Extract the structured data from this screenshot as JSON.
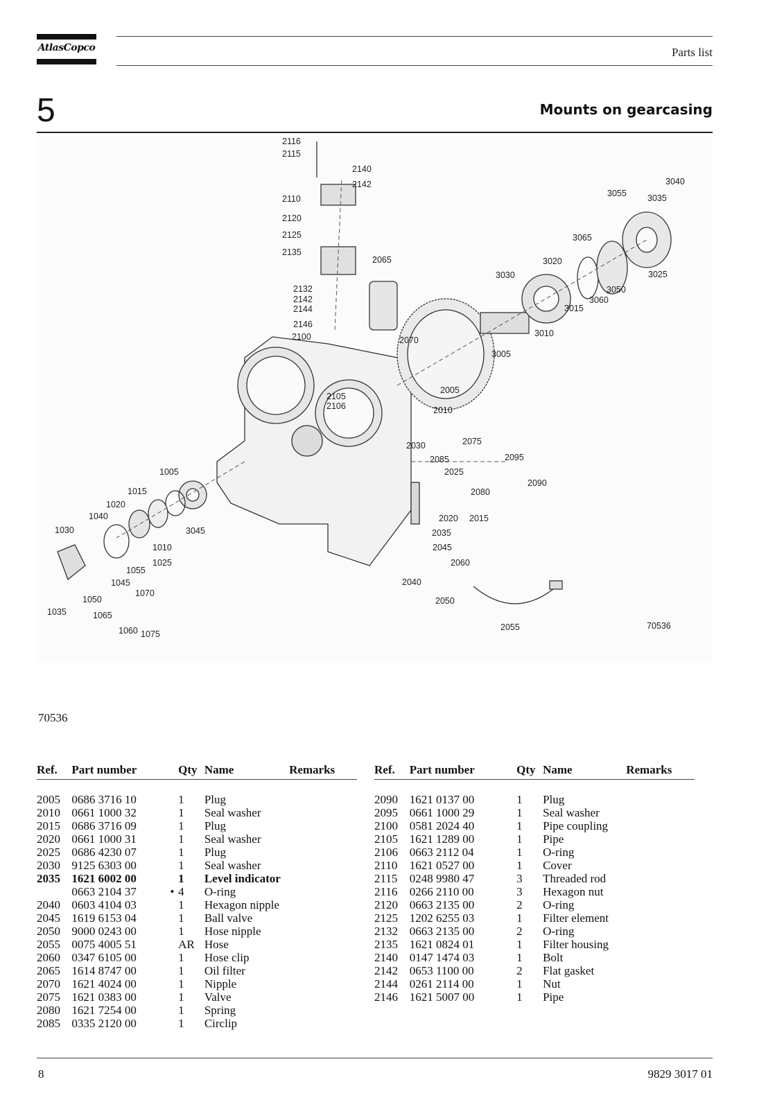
{
  "header": {
    "logo_text": "AtlasCopco",
    "section": "Parts list",
    "chapter_number": "5",
    "chapter_title": "Mounts on gearcasing"
  },
  "diagram": {
    "drawing_number": "70536",
    "callouts": [
      "2116",
      "2115",
      "2140",
      "2142",
      "2110",
      "2120",
      "2125",
      "2135",
      "2065",
      "2132",
      "2142",
      "2144",
      "2146",
      "2100",
      "2070",
      "2105",
      "2106",
      "2005",
      "2010",
      "3030",
      "3020",
      "3065",
      "3055",
      "3040",
      "3035",
      "3025",
      "3050",
      "3060",
      "3015",
      "3010",
      "3005",
      "2075",
      "2030",
      "2085",
      "2095",
      "2025",
      "2090",
      "2080",
      "2020",
      "2015",
      "2035",
      "2045",
      "2060",
      "2040",
      "2050",
      "2055",
      "1005",
      "1015",
      "1020",
      "1040",
      "1030",
      "3045",
      "1010",
      "1025",
      "1055",
      "1045",
      "1050",
      "1070",
      "1065",
      "1060",
      "1075",
      "1035"
    ]
  },
  "drawing_ref": "70536",
  "table_headers": [
    "Ref.",
    "Part number",
    "Qty",
    "Name",
    "Remarks"
  ],
  "parts_left": [
    {
      "ref": "2005",
      "part": "0686 3716 10",
      "mark": "",
      "qty": "1",
      "name": "Plug",
      "remarks": "",
      "bold": false
    },
    {
      "ref": "2010",
      "part": "0661 1000 32",
      "mark": "",
      "qty": "1",
      "name": "Seal washer",
      "remarks": "",
      "bold": false
    },
    {
      "ref": "2015",
      "part": "0686 3716 09",
      "mark": "",
      "qty": "1",
      "name": "Plug",
      "remarks": "",
      "bold": false
    },
    {
      "ref": "2020",
      "part": "0661 1000 31",
      "mark": "",
      "qty": "1",
      "name": "Seal washer",
      "remarks": "",
      "bold": false
    },
    {
      "ref": "2025",
      "part": "0686 4230 07",
      "mark": "",
      "qty": "1",
      "name": "Plug",
      "remarks": "",
      "bold": false
    },
    {
      "ref": "2030",
      "part": "9125 6303 00",
      "mark": "",
      "qty": "1",
      "name": "Seal washer",
      "remarks": "",
      "bold": false
    },
    {
      "ref": "2035",
      "part": "1621 6002 00",
      "mark": "",
      "qty": "1",
      "name": "Level indicator",
      "remarks": "",
      "bold": true
    },
    {
      "ref": "",
      "part": "0663 2104 37",
      "mark": "•",
      "qty": "4",
      "name": "O-ring",
      "remarks": "",
      "bold": false
    },
    {
      "ref": "2040",
      "part": "0603 4104 03",
      "mark": "",
      "qty": "1",
      "name": "Hexagon nipple",
      "remarks": "",
      "bold": false
    },
    {
      "ref": "2045",
      "part": "1619 6153 04",
      "mark": "",
      "qty": "1",
      "name": "Ball valve",
      "remarks": "",
      "bold": false
    },
    {
      "ref": "2050",
      "part": "9000 0243 00",
      "mark": "",
      "qty": "1",
      "name": "Hose nipple",
      "remarks": "",
      "bold": false
    },
    {
      "ref": "2055",
      "part": "0075 4005 51",
      "mark": "",
      "qty": "AR",
      "name": "Hose",
      "remarks": "",
      "bold": false
    },
    {
      "ref": "2060",
      "part": "0347 6105 00",
      "mark": "",
      "qty": "1",
      "name": "Hose clip",
      "remarks": "",
      "bold": false
    },
    {
      "ref": "2065",
      "part": "1614 8747 00",
      "mark": "",
      "qty": "1",
      "name": "Oil filter",
      "remarks": "",
      "bold": false
    },
    {
      "ref": "2070",
      "part": "1621 4024 00",
      "mark": "",
      "qty": "1",
      "name": "Nipple",
      "remarks": "",
      "bold": false
    },
    {
      "ref": "2075",
      "part": "1621 0383 00",
      "mark": "",
      "qty": "1",
      "name": "Valve",
      "remarks": "",
      "bold": false
    },
    {
      "ref": "2080",
      "part": "1621 7254 00",
      "mark": "",
      "qty": "1",
      "name": "Spring",
      "remarks": "",
      "bold": false
    },
    {
      "ref": "2085",
      "part": "0335 2120 00",
      "mark": "",
      "qty": "1",
      "name": "Circlip",
      "remarks": "",
      "bold": false
    }
  ],
  "parts_right": [
    {
      "ref": "2090",
      "part": "1621 0137 00",
      "mark": "",
      "qty": "1",
      "name": "Plug",
      "remarks": "",
      "bold": false
    },
    {
      "ref": "2095",
      "part": "0661 1000 29",
      "mark": "",
      "qty": "1",
      "name": "Seal washer",
      "remarks": "",
      "bold": false
    },
    {
      "ref": "2100",
      "part": "0581 2024 40",
      "mark": "",
      "qty": "1",
      "name": "Pipe coupling",
      "remarks": "",
      "bold": false
    },
    {
      "ref": "2105",
      "part": "1621 1289 00",
      "mark": "",
      "qty": "1",
      "name": "Pipe",
      "remarks": "",
      "bold": false
    },
    {
      "ref": "2106",
      "part": "0663 2112 04",
      "mark": "",
      "qty": "1",
      "name": "O-ring",
      "remarks": "",
      "bold": false
    },
    {
      "ref": "2110",
      "part": "1621 0527 00",
      "mark": "",
      "qty": "1",
      "name": "Cover",
      "remarks": "",
      "bold": false
    },
    {
      "ref": "2115",
      "part": "0248 9980 47",
      "mark": "",
      "qty": "3",
      "name": "Threaded rod",
      "remarks": "",
      "bold": false
    },
    {
      "ref": "2116",
      "part": "0266 2110 00",
      "mark": "",
      "qty": "3",
      "name": "Hexagon nut",
      "remarks": "",
      "bold": false
    },
    {
      "ref": "2120",
      "part": "0663 2135 00",
      "mark": "",
      "qty": "2",
      "name": "O-ring",
      "remarks": "",
      "bold": false
    },
    {
      "ref": "2125",
      "part": "1202 6255 03",
      "mark": "",
      "qty": "1",
      "name": "Filter element",
      "remarks": "",
      "bold": false
    },
    {
      "ref": "2132",
      "part": "0663 2135 00",
      "mark": "",
      "qty": "2",
      "name": "O-ring",
      "remarks": "",
      "bold": false
    },
    {
      "ref": "2135",
      "part": "1621 0824 01",
      "mark": "",
      "qty": "1",
      "name": "Filter housing",
      "remarks": "",
      "bold": false
    },
    {
      "ref": "2140",
      "part": "0147 1474 03",
      "mark": "",
      "qty": "1",
      "name": "Bolt",
      "remarks": "",
      "bold": false
    },
    {
      "ref": "2142",
      "part": "0653 1100 00",
      "mark": "",
      "qty": "2",
      "name": "Flat gasket",
      "remarks": "",
      "bold": false
    },
    {
      "ref": "2144",
      "part": "0261 2114 00",
      "mark": "",
      "qty": "1",
      "name": "Nut",
      "remarks": "",
      "bold": false
    },
    {
      "ref": "2146",
      "part": "1621 5007 00",
      "mark": "",
      "qty": "1",
      "name": "Pipe",
      "remarks": "",
      "bold": false
    }
  ],
  "footer": {
    "page_number": "8",
    "document_number": "9829 3017 01"
  }
}
